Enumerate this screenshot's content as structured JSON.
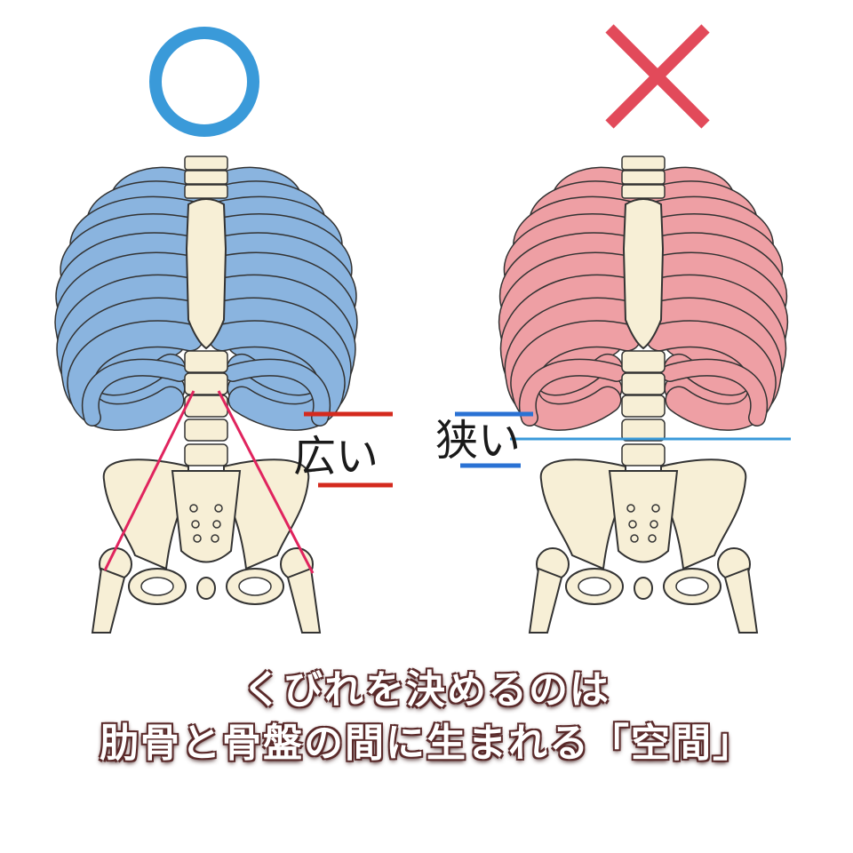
{
  "marks": {
    "good": {
      "symbol": "circle",
      "color": "#3a9ad9"
    },
    "bad": {
      "symbol": "cross",
      "color": "#e24a5a"
    }
  },
  "colors": {
    "bone": "#f7efd6",
    "outline": "#333333",
    "rib_good": "#8ab4df",
    "rib_bad": "#ee9fa4",
    "line_red": "#d42a1e",
    "line_blue": "#2a72d4",
    "line_pink": "#e0245e"
  },
  "labels": {
    "wide": "広い",
    "narrow": "狭い"
  },
  "caption": {
    "line1": "くびれを決めるのは",
    "line2": "肋骨と骨盤の間に生まれる「空間」"
  }
}
